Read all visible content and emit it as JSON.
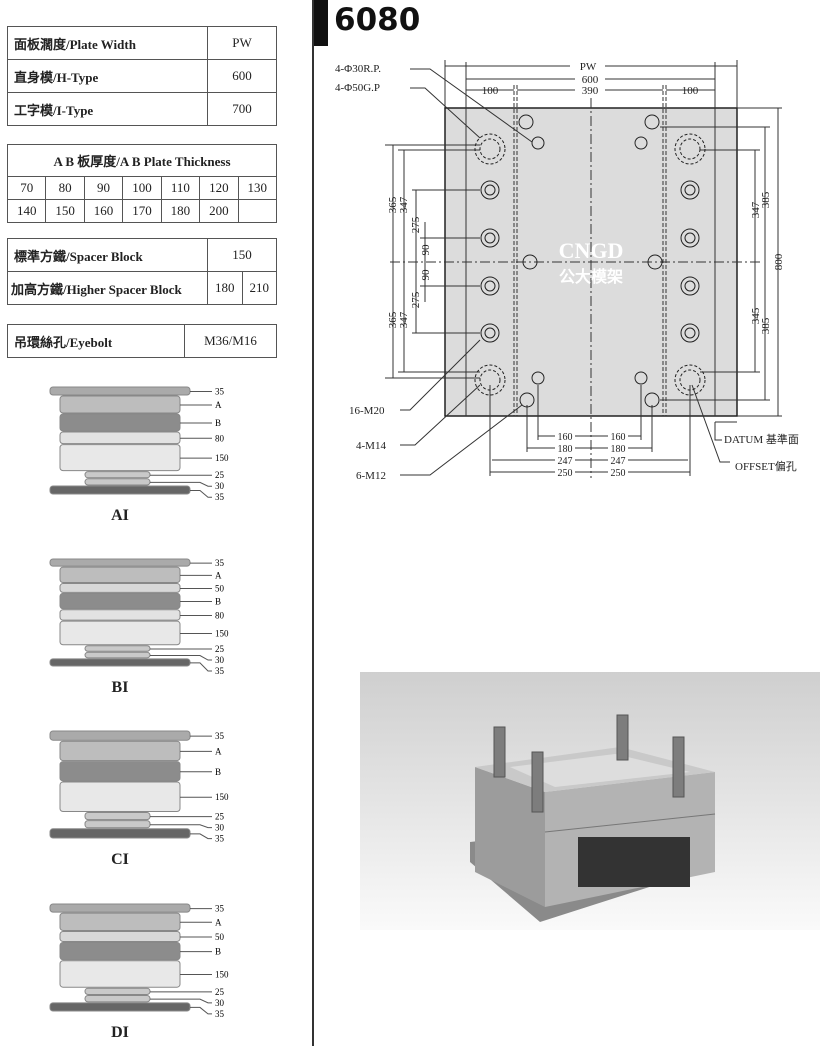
{
  "header": {
    "model": "6080"
  },
  "plate_width_table": {
    "rows": [
      {
        "label": "面板濶度/Plate Width",
        "value": "PW"
      },
      {
        "label": "直身模/H-Type",
        "value": "600"
      },
      {
        "label": "工字模/I-Type",
        "value": "700"
      }
    ]
  },
  "ab_thickness_table": {
    "header": "A B 板厚度/A B Plate Thickness",
    "row1": [
      "70",
      "80",
      "90",
      "100",
      "110",
      "120",
      "130"
    ],
    "row2": [
      "140",
      "150",
      "160",
      "170",
      "180",
      "200"
    ]
  },
  "spacer_table": {
    "standard_label": "標準方鐵/Spacer Block",
    "standard_value": "150",
    "higher_label": "加高方鐵/Higher Spacer Block",
    "higher_values": [
      "180",
      "210"
    ]
  },
  "eyebolt_table": {
    "label": "吊環絲孔/Eyebolt",
    "value": "M36/M16"
  },
  "mold_types": [
    {
      "name": "AI",
      "layers": [
        "35",
        "A",
        "B",
        "80",
        "150",
        "25",
        "30",
        "35"
      ]
    },
    {
      "name": "BI",
      "layers": [
        "35",
        "A",
        "50",
        "B",
        "80",
        "150",
        "25",
        "30",
        "35"
      ]
    },
    {
      "name": "CI",
      "layers": [
        "35",
        "A",
        "B",
        "150",
        "25",
        "30",
        "35"
      ]
    },
    {
      "name": "DI",
      "layers": [
        "35",
        "A",
        "50",
        "B",
        "150",
        "25",
        "30",
        "35"
      ]
    }
  ],
  "drawing": {
    "callouts": {
      "rp": "4-Φ30R.P.",
      "gp": "4-Φ50G.P",
      "m20": "16-M20",
      "m14": "4-M14",
      "m12": "6-M12",
      "datum": "DATUM 基準面",
      "offset": "OFFSET偏孔"
    },
    "top_dims": {
      "pw": "PW",
      "w600": "600",
      "left100": "100",
      "mid390": "390",
      "right100": "100"
    },
    "left_dims": {
      "a": "365",
      "b": "347",
      "c": "275",
      "d": "90",
      "e": "90",
      "f": "275",
      "g": "347",
      "h": "365"
    },
    "right_dims": {
      "a": "347",
      "b": "385",
      "c": "345",
      "d": "385",
      "total": "800"
    },
    "bottom_dims": {
      "l160": "160",
      "r160": "160",
      "l180": "180",
      "r180": "180",
      "l247": "247",
      "r247": "247",
      "l250": "250",
      "r250": "250"
    },
    "logo": {
      "text": "CNGD",
      "chinese": "公大模架"
    }
  }
}
